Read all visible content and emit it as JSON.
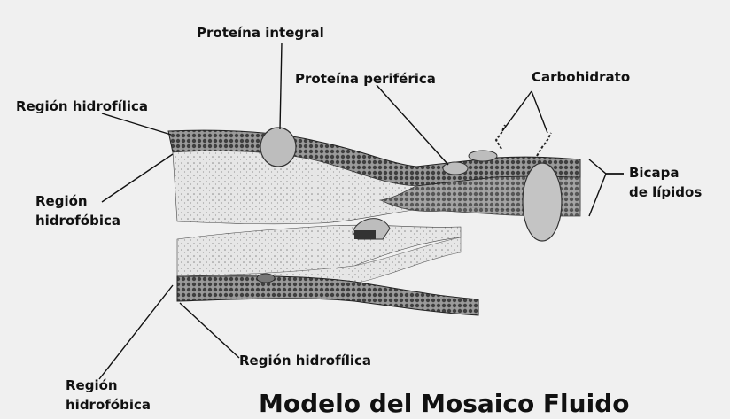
{
  "labels": {
    "integral": "Proteína integral",
    "peripheral": "Proteína periférica",
    "carbohydrate": "Carbohidrato",
    "hydrophilic_top": "Región hidrofílica",
    "hydrophobic_left_1": "Región",
    "hydrophobic_left_2": "hidrofóbica",
    "bilayer_1": "Bicapa",
    "bilayer_2": "de lípidos",
    "hydrophilic_bottom": "Región hidrofílica",
    "hydrophobic_bottom_1": "Región",
    "hydrophobic_bottom_2": "hidrofóbica",
    "title": "Modelo del Mosaico Fluido"
  },
  "colors": {
    "background": "#f0f0f0",
    "ink": "#111111",
    "membrane_light": "#d9d9d9",
    "membrane_dark": "#555555",
    "protein": "#bdbdbd"
  }
}
